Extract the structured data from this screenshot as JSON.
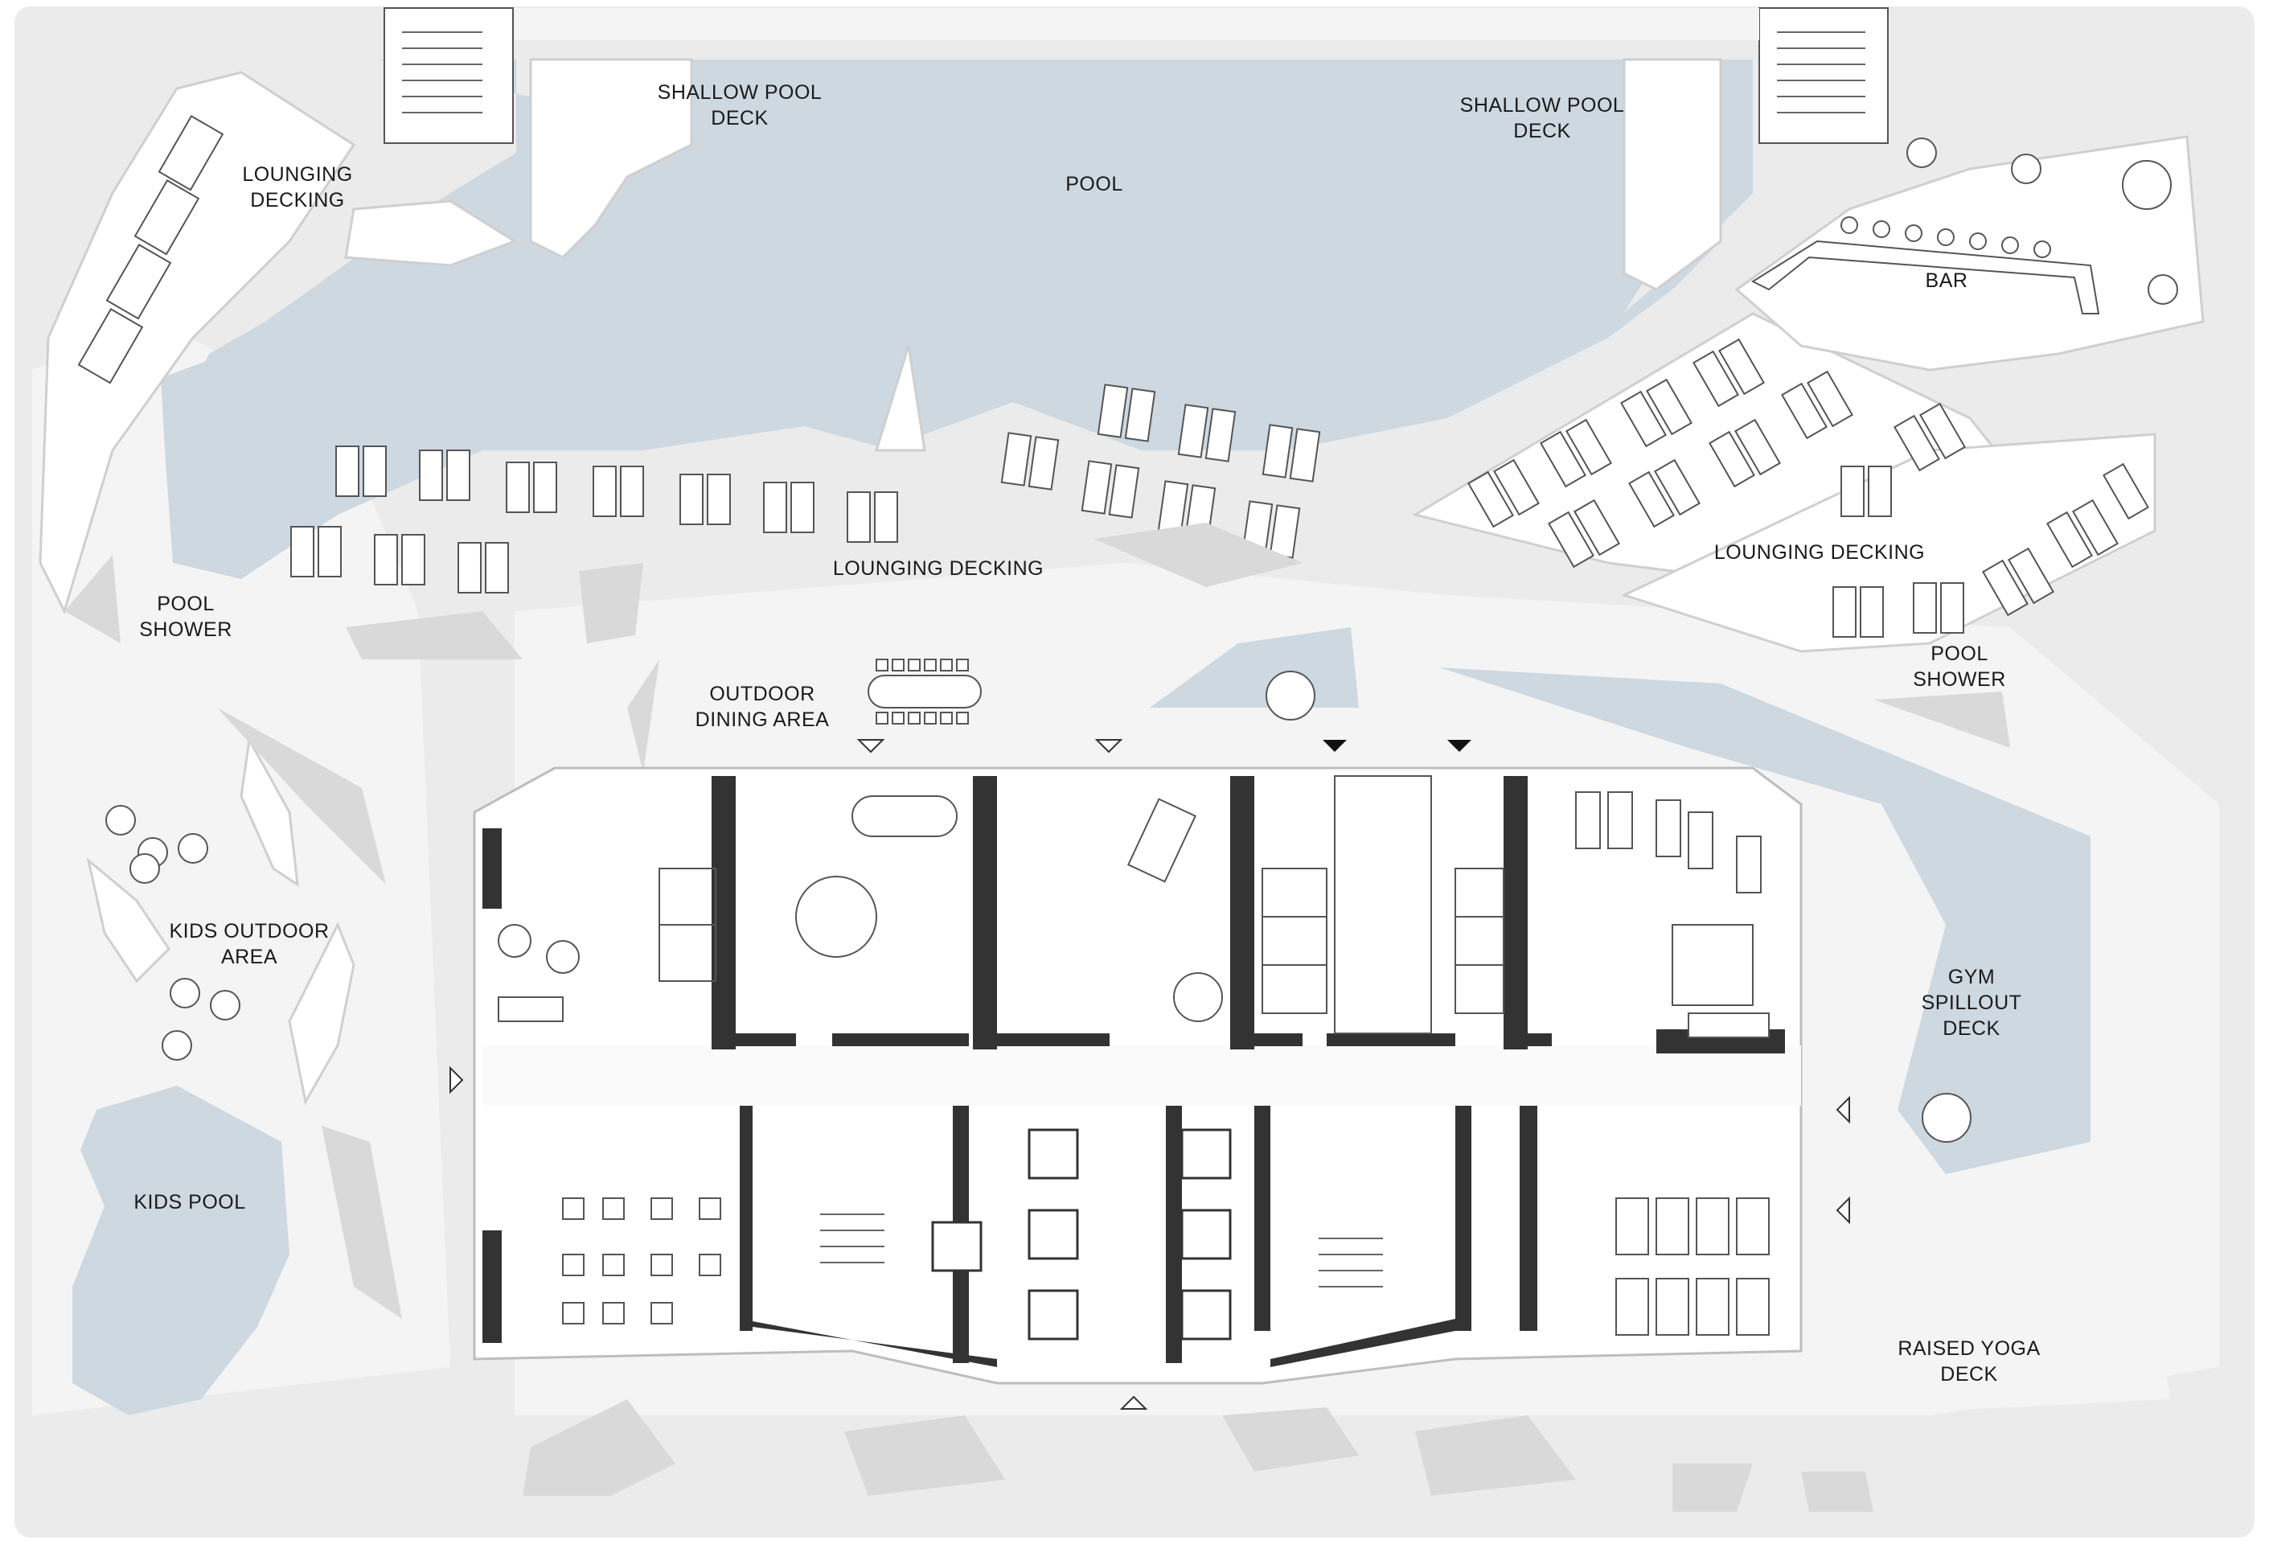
{
  "labels": {
    "lounging_decking_nw_1": "LOUNGING",
    "lounging_decking_nw_2": "DECKING",
    "shallow_pool_deck_w_1": "SHALLOW POOL",
    "shallow_pool_deck_w_2": "DECK",
    "pool": "POOL",
    "shallow_pool_deck_e_1": "SHALLOW POOL",
    "shallow_pool_deck_e_2": "DECK",
    "bar": "BAR",
    "pool_shower_w_1": "POOL",
    "pool_shower_w_2": "SHOWER",
    "lounging_decking_center": "LOUNGING DECKING",
    "lounging_decking_east": "LOUNGING DECKING",
    "outdoor_dining_1": "OUTDOOR",
    "outdoor_dining_2": "DINING AREA",
    "pool_shower_e_1": "POOL",
    "pool_shower_e_2": "SHOWER",
    "kids_outdoor_1": "KIDS OUTDOOR",
    "kids_outdoor_2": "AREA",
    "gym_spillout_1": "GYM",
    "gym_spillout_2": "SPILLOUT",
    "gym_spillout_3": "DECK",
    "kids_pool": "KIDS POOL",
    "raised_yoga_1": "RAISED YOGA",
    "raised_yoga_2": "DECK"
  },
  "colors": {
    "site": "#ebebeb",
    "water": "#cdd8e1",
    "deck": "#ffffff",
    "wall": "#333333",
    "planter": "#d9d9d9"
  }
}
